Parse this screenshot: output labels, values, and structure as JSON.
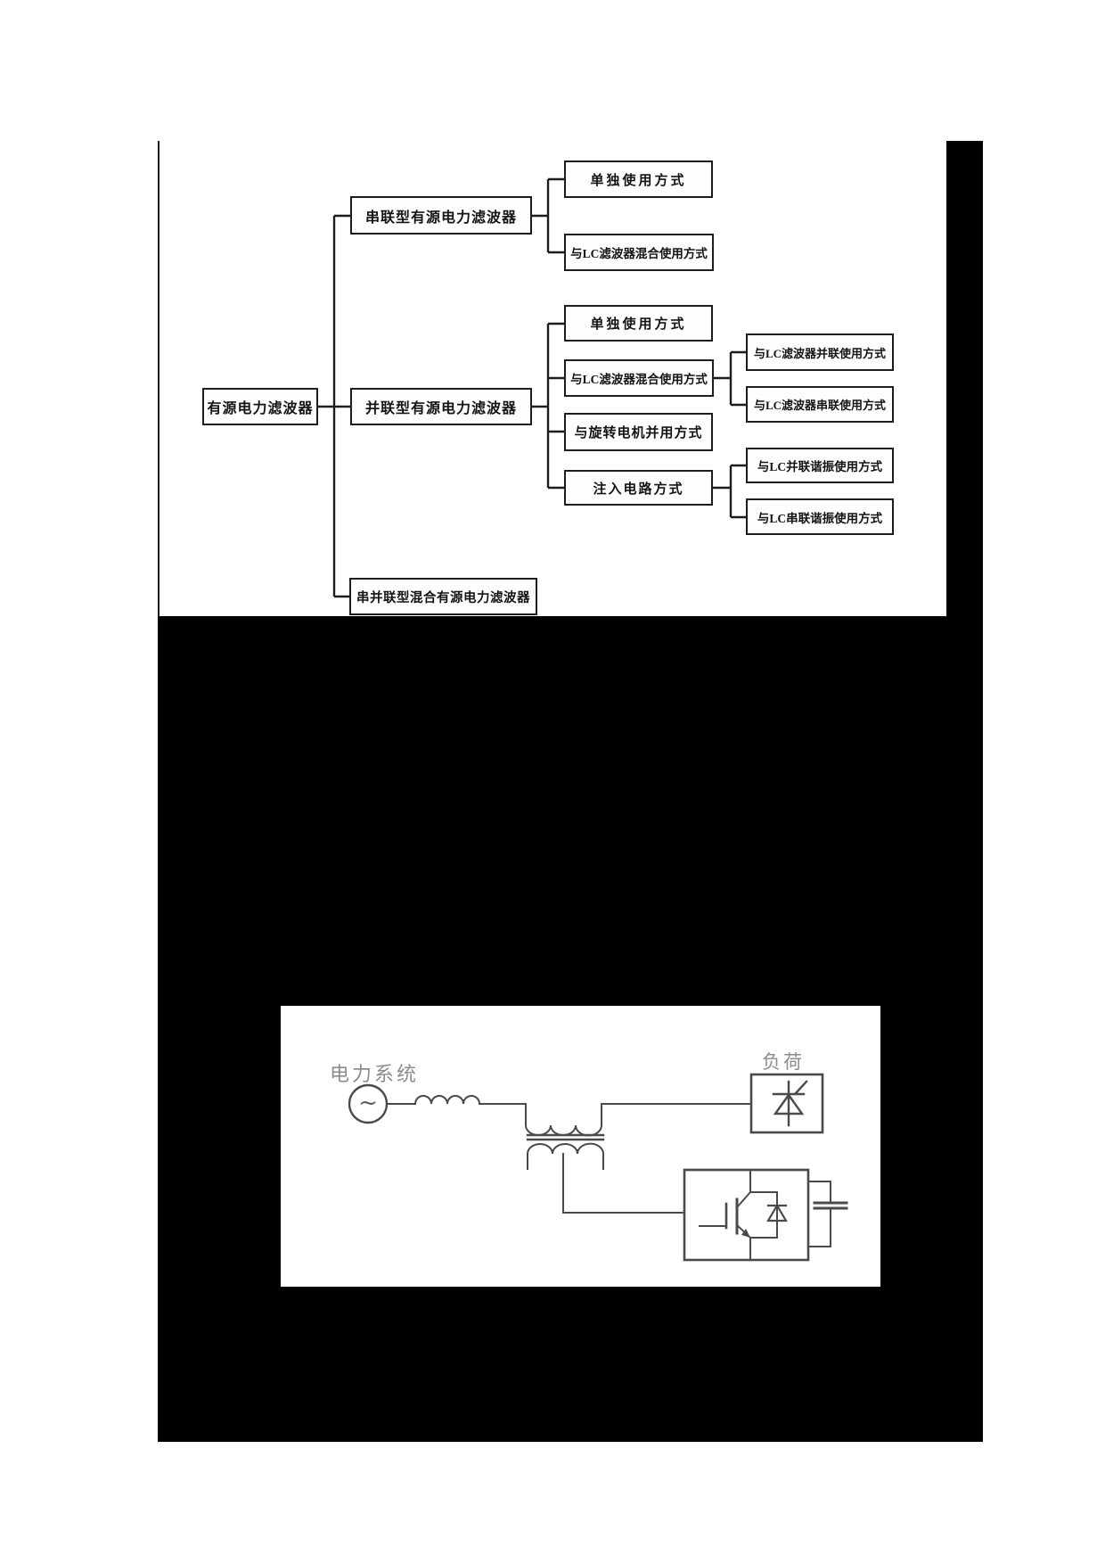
{
  "figure1": {
    "type": "tree-diagram",
    "tree": {
      "root": "有源电力滤波器",
      "branches": [
        {
          "label": "串联型有源电力滤波器",
          "children": [
            {
              "label": "单独使用方式"
            },
            {
              "label": "与LC滤波器混合使用方式"
            }
          ]
        },
        {
          "label": "并联型有源电力滤波器",
          "children": [
            {
              "label": "单独使用方式"
            },
            {
              "label": "与LC滤波器混合使用方式",
              "children": [
                {
                  "label": "与LC滤波器并联使用方式"
                },
                {
                  "label": "与LC滤波器串联使用方式"
                }
              ]
            },
            {
              "label": "与旋转电机并用方式"
            },
            {
              "label": "注入电路方式",
              "children": [
                {
                  "label": "与LC并联谐振使用方式"
                },
                {
                  "label": "与LC串联谐振使用方式"
                }
              ]
            }
          ]
        },
        {
          "label": "串并联型混合有源电力滤波器",
          "children": []
        }
      ]
    },
    "nodes": [
      {
        "label": "有源电力滤波器"
      },
      {
        "label": "串联型有源电力滤波器"
      },
      {
        "label": "并联型有源电力滤波器"
      },
      {
        "label": "串并联型混合有源电力滤波器"
      },
      {
        "label": "单独使用方式"
      },
      {
        "label": "与LC滤波器混合使用方式"
      },
      {
        "label": "单独使用方式"
      },
      {
        "label": "与LC滤波器混合使用方式"
      },
      {
        "label": "与旋转电机并用方式"
      },
      {
        "label": "注入电路方式"
      },
      {
        "label": "与LC滤波器并联使用方式"
      },
      {
        "label": "与LC滤波器串联使用方式"
      },
      {
        "label": "与LC并联谐振使用方式"
      },
      {
        "label": "与LC串联谐振使用方式"
      }
    ]
  },
  "figure2": {
    "type": "circuit-diagram",
    "power_system_label": "电力系统",
    "load_label": "负荷",
    "ac_source_symbol": "~",
    "components": [
      "ac-source",
      "line-inductor",
      "coupling-transformer",
      "thyristor-load",
      "igbt-inverter",
      "dc-capacitor"
    ]
  },
  "colors": {
    "page_bg": "#ffffff",
    "redaction": "#000000",
    "tree_ink": "#1d1d1d",
    "circuit_ink": "#4a4a4a",
    "gray_label": "#8d8d8d"
  }
}
